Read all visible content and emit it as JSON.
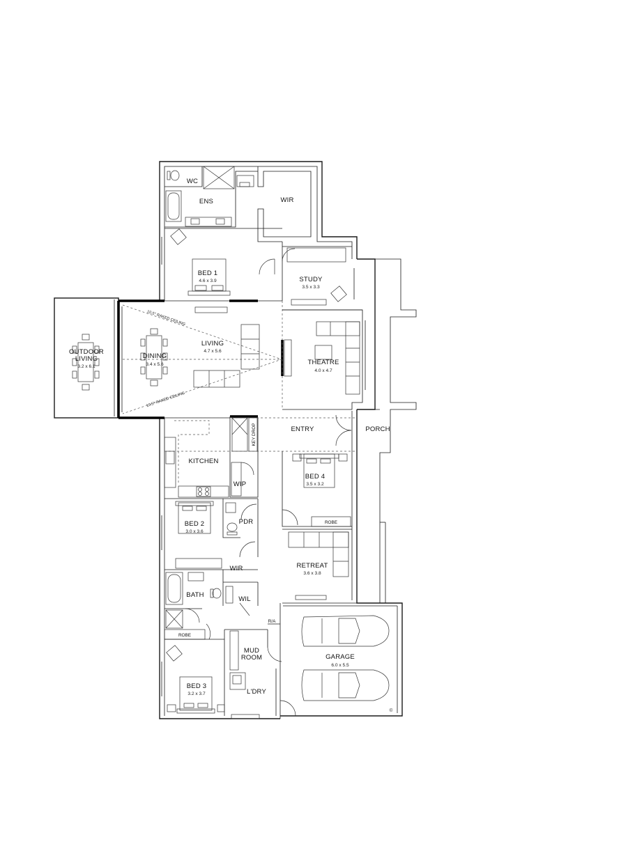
{
  "rooms": {
    "wc": "WC",
    "ens": "ENS",
    "wir_master": "WIR",
    "bed1": {
      "name": "BED 1",
      "size": "4.6 x 3.9"
    },
    "study": {
      "name": "STUDY",
      "size": "3.5 x 3.3"
    },
    "outdoor_living": {
      "line1": "OUTDOOR",
      "line2": "LIVING",
      "size": "3.2 x 6.1"
    },
    "dining": {
      "name": "DINING",
      "size": "3.4 x 5.6"
    },
    "living": {
      "name": "LIVING",
      "size": "4.7 x 5.6"
    },
    "theatre": {
      "name": "THEATRE",
      "size": "4.0 x 4.7"
    },
    "entry": "ENTRY",
    "porch": "PORCH",
    "key_drop": "KEY DROP",
    "kitchen": "KITCHEN",
    "wip": "WIP",
    "bed4": {
      "name": "BED 4",
      "size": "3.5 x 3.2"
    },
    "robe_bed4": "ROBE",
    "bed2": {
      "name": "BED 2",
      "size": "3.0 x 3.6"
    },
    "pdr": "PDR",
    "retreat": {
      "name": "RETREAT",
      "size": "3.6 x 3.8"
    },
    "wir_bed2": "WIR",
    "bath": "BATH",
    "wil": "WIL",
    "ra": "R/A",
    "robe_bed3": "ROBE",
    "mud_room": {
      "line1": "MUD",
      "line2": "ROOM"
    },
    "garage": {
      "name": "GARAGE",
      "size": "6.0 x 5.5"
    },
    "bed3": {
      "name": "BED 3",
      "size": "3.2 x 3.7"
    },
    "laundry": "L'DRY"
  },
  "notes": {
    "raked_ceiling_top": "10.5° RAKED CEILING",
    "raked_ceiling_bottom": "10.5° RAKED CEILING"
  },
  "symbols": {
    "copyright": "©"
  }
}
